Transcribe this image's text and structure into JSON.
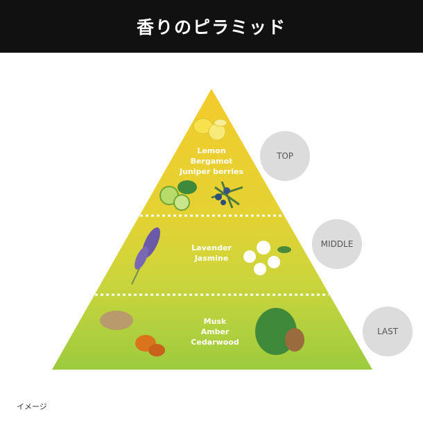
{
  "header": {
    "title": "香りのピラミッド"
  },
  "pyramid": {
    "top": {
      "label": "TOP",
      "notes": [
        "Lemon",
        "Bergamot",
        "Juniper berries"
      ]
    },
    "middle": {
      "label": "MIDDLE",
      "notes": [
        "Lavender",
        "Jasmine"
      ]
    },
    "last": {
      "label": "LAST",
      "notes": [
        "Musk",
        "Amber",
        "Cedarwood"
      ]
    }
  },
  "colors": {
    "top": "#f1cc2e",
    "middle": "#d3d63a",
    "last": "#9fcb3e",
    "circle": "#dcdcdd"
  },
  "caption": "イメージ"
}
